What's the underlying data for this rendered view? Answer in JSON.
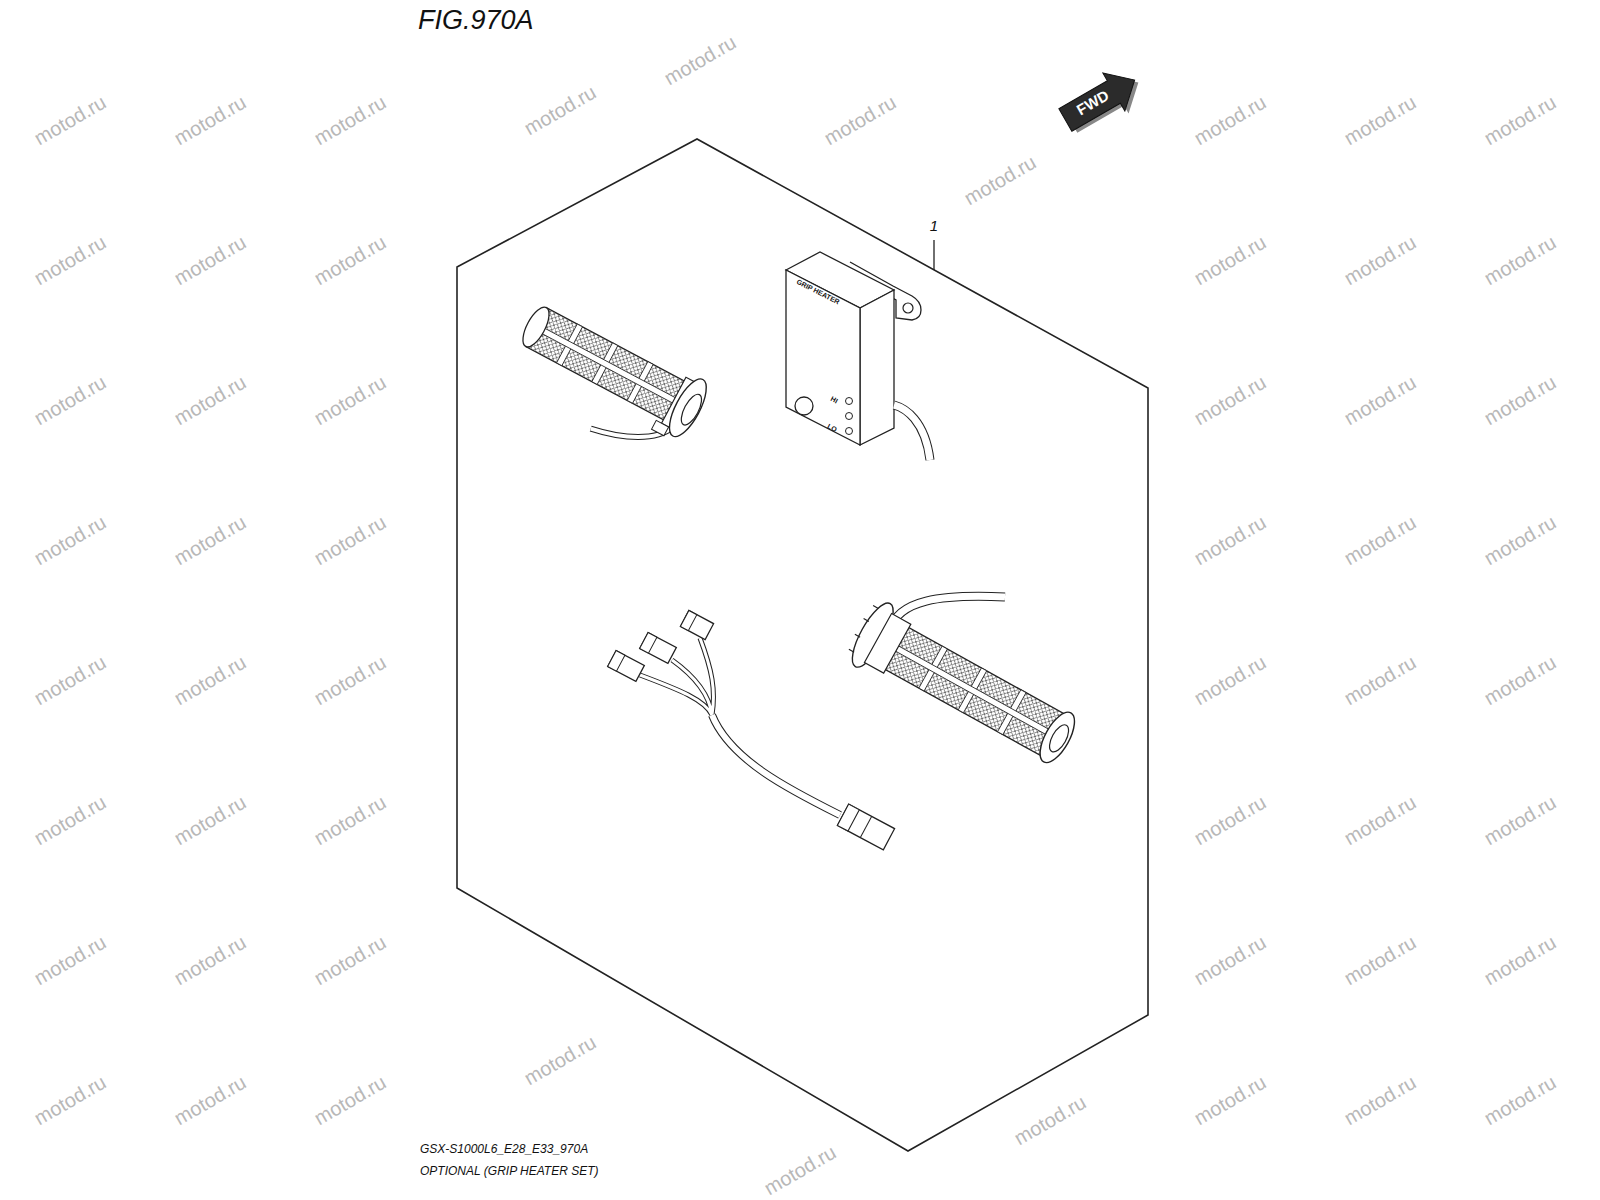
{
  "diagram": {
    "title": "FIG.970A",
    "caption": "OPTIONAL (GRIP HEATER SET)",
    "labels": [
      "FWD",
      "1",
      "GRIP HEATER",
      "HI",
      "LO",
      "GSX-S1000L6_E28_E33_970A",
      "motod.ru",
      "motod.ru",
      "motod.ru",
      "motod.ru",
      "motod.ru",
      "motod.ru",
      "motod.ru",
      "motod.ru",
      "motod.ru",
      "motod.ru",
      "motod.ru",
      "motod.ru",
      "motod.ru",
      "motod.ru",
      "motod.ru",
      "motod.ru",
      "motod.ru",
      "motod.ru",
      "motod.ru",
      "motod.ru",
      "motod.ru",
      "motod.ru",
      "motod.ru",
      "motod.ru",
      "motod.ru",
      "motod.ru",
      "motod.ru",
      "motod.ru",
      "motod.ru",
      "motod.ru",
      "motod.ru",
      "motod.ru",
      "motod.ru",
      "motod.ru",
      "motod.ru",
      "motod.ru",
      "motod.ru",
      "motod.ru",
      "motod.ru",
      "motod.ru",
      "motod.ru",
      "motod.ru",
      "motod.ru",
      "motod.ru",
      "motod.ru",
      "motod.ru",
      "motod.ru",
      "motod.ru",
      "motod.ru",
      "motod.ru",
      "motod.ru",
      "motod.ru",
      "motod.ru",
      "motod.ru",
      "motod.ru"
    ]
  }
}
